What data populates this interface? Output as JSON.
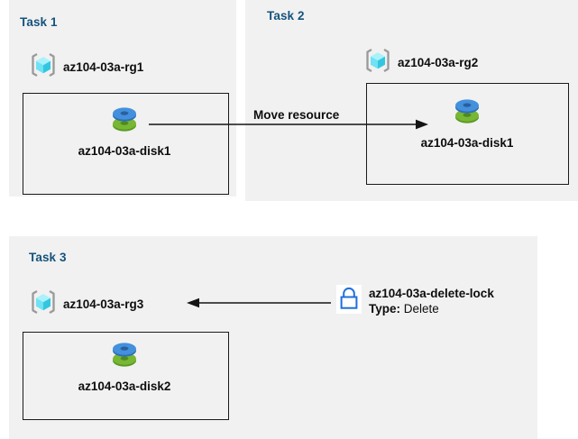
{
  "diagram": {
    "title": "Azure resource groups, move resource, and delete lock diagram",
    "colors": {
      "panel_background": "#f1f1f1",
      "page_background": "#ffffff",
      "panel_title": "#14537d",
      "box_border": "#1a1a1a",
      "text": "#0d0d0d",
      "lock_blue": "#1f6fdd",
      "disk_top_blue": "#3f8fdd",
      "disk_bottom_green": "#70ad31",
      "rg_cube_cyan": "#7fe8f5",
      "rg_bracket_gray": "#9a9a9a"
    }
  },
  "panels": [
    {
      "id": "task1",
      "title": "Task 1",
      "resource_group": {
        "icon": "resource-group-icon",
        "label": "az104-03a-rg1"
      },
      "resources": [
        {
          "icon": "managed-disk-icon",
          "label": "az104-03a-disk1"
        }
      ]
    },
    {
      "id": "task2",
      "title": "Task 2",
      "resource_group": {
        "icon": "resource-group-icon",
        "label": "az104-03a-rg2"
      },
      "resources": [
        {
          "icon": "managed-disk-icon",
          "label": "az104-03a-disk1"
        }
      ]
    },
    {
      "id": "task3",
      "title": "Task 3",
      "resource_group": {
        "icon": "resource-group-icon",
        "label": "az104-03a-rg3"
      },
      "resources": [
        {
          "icon": "managed-disk-icon",
          "label": "az104-03a-disk2"
        }
      ]
    }
  ],
  "connectors": [
    {
      "id": "move-resource",
      "label": "Move resource",
      "direction": "right",
      "from": "az104-03a-disk1",
      "to": "az104-03a-rg2"
    },
    {
      "id": "lock-applies-to",
      "label": "",
      "direction": "left",
      "from": "az104-03a-delete-lock",
      "to": "az104-03a-rg3"
    }
  ],
  "lock": {
    "icon": "lock-icon",
    "name": "az104-03a-delete-lock",
    "type_key": "Type:",
    "type_value": "Delete"
  }
}
